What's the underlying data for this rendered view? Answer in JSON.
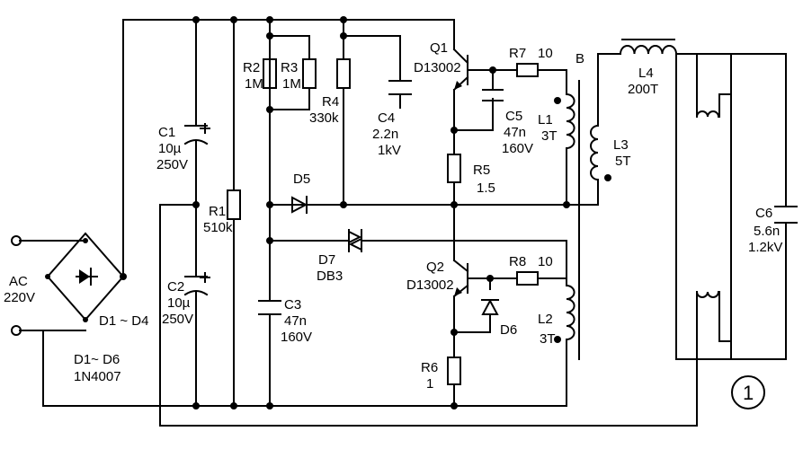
{
  "labels": {
    "ac": "AC",
    "ac_voltage": "220V",
    "bridge": "D1 ~ D4",
    "diodes": "D1~ D6",
    "diode_part": "1N4007",
    "c1_name": "C1",
    "c1_val": "10µ",
    "c1_volt": "250V",
    "c2_name": "C2",
    "c2_val": "10µ",
    "c2_volt": "250V",
    "r1_name": "R1",
    "r1_val": "510k",
    "r2_name": "R2",
    "r2_val": "1M",
    "r3_name": "R3",
    "r3_val": "1M",
    "r4_name": "R4",
    "r4_val": "330k",
    "c4_name": "C4",
    "c4_val": "2.2n",
    "c4_volt": "1kV",
    "q1_name": "Q1",
    "q1_part": "D13002",
    "r7_name": "R7",
    "r7_val": "10",
    "b": "B",
    "c5_name": "C5",
    "c5_val": "47n",
    "c5_volt": "160V",
    "l1_name": "L1",
    "l1_val": "3T",
    "l4_name": "L4",
    "l4_val": "200T",
    "l3_name": "L3",
    "l3_val": "5T",
    "r5_name": "R5",
    "r5_val": "1.5",
    "d5_name": "D5",
    "d7_name": "D7",
    "d7_part": "DB3",
    "c3_name": "C3",
    "c3_val": "47n",
    "c3_volt": "160V",
    "q2_name": "Q2",
    "q2_part": "D13002",
    "r8_name": "R8",
    "r8_val": "10",
    "d6_name": "D6",
    "l2_name": "L2",
    "l2_val": "3T",
    "r6_name": "R6",
    "r6_val": "1",
    "c6_name": "C6",
    "c6_val": "5.6n",
    "c6_volt": "1.2kV",
    "figure_no": "1"
  }
}
